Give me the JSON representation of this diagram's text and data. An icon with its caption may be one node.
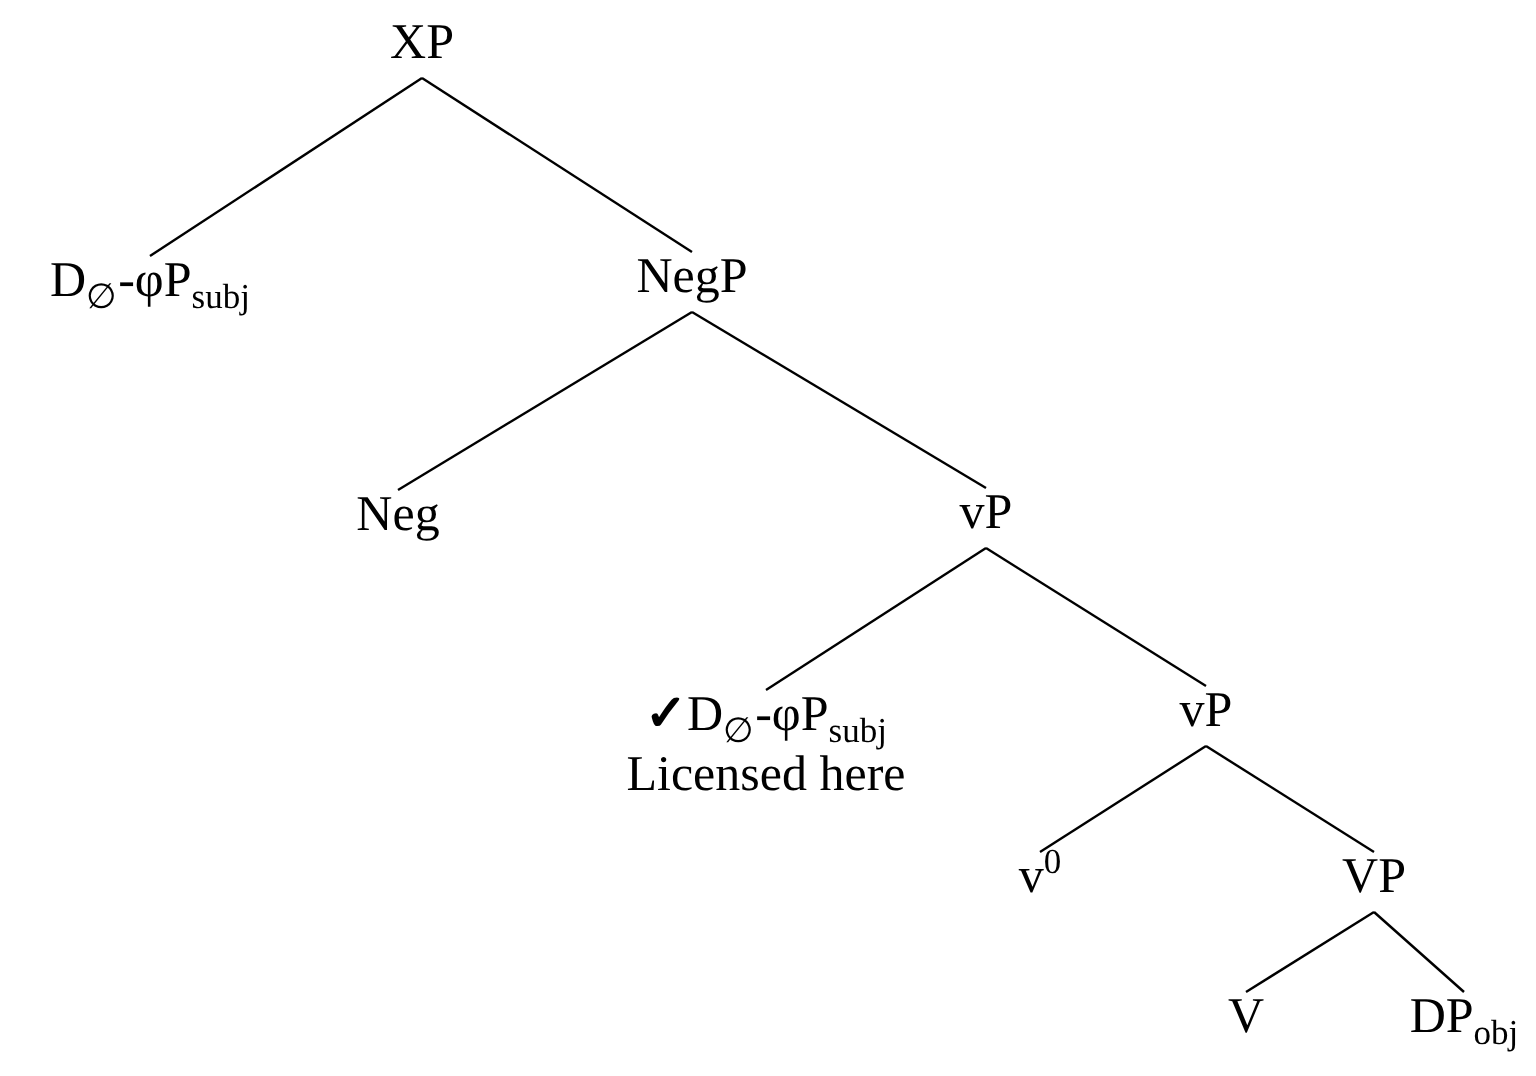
{
  "diagram": {
    "nodes": [
      {
        "text": [
          "XP"
        ]
      },
      {
        "text": [
          "D$_{∅}$-φP$_{subj}$"
        ]
      },
      {
        "text": [
          "NegP"
        ]
      },
      {
        "text": [
          "Neg"
        ]
      },
      {
        "text": [
          "vP"
        ]
      },
      {
        "text": [
          "**✓**D$_{∅}$-φP$_{subj}$",
          "Licensed here"
        ]
      },
      {
        "text": [
          "vP"
        ]
      },
      {
        "text": [
          "v$^{0}$"
        ]
      },
      {
        "text": [
          "VP"
        ]
      },
      {
        "text": [
          "V"
        ]
      },
      {
        "text": [
          "DP$_{obj}$"
        ]
      }
    ],
    "edges": [
      {
        "from": 0,
        "to": 1,
        "arrow": "none"
      },
      {
        "from": 0,
        "to": 2,
        "arrow": "none"
      },
      {
        "from": 2,
        "to": 3,
        "arrow": "none"
      },
      {
        "from": 2,
        "to": 4,
        "arrow": "none"
      },
      {
        "from": 4,
        "to": 5,
        "arrow": "none"
      },
      {
        "from": 4,
        "to": 6,
        "arrow": "none"
      },
      {
        "from": 6,
        "to": 7,
        "arrow": "none"
      },
      {
        "from": 6,
        "to": 8,
        "arrow": "none"
      },
      {
        "from": 8,
        "to": 9,
        "arrow": "none"
      },
      {
        "from": 8,
        "to": 10,
        "arrow": "none"
      }
    ]
  }
}
